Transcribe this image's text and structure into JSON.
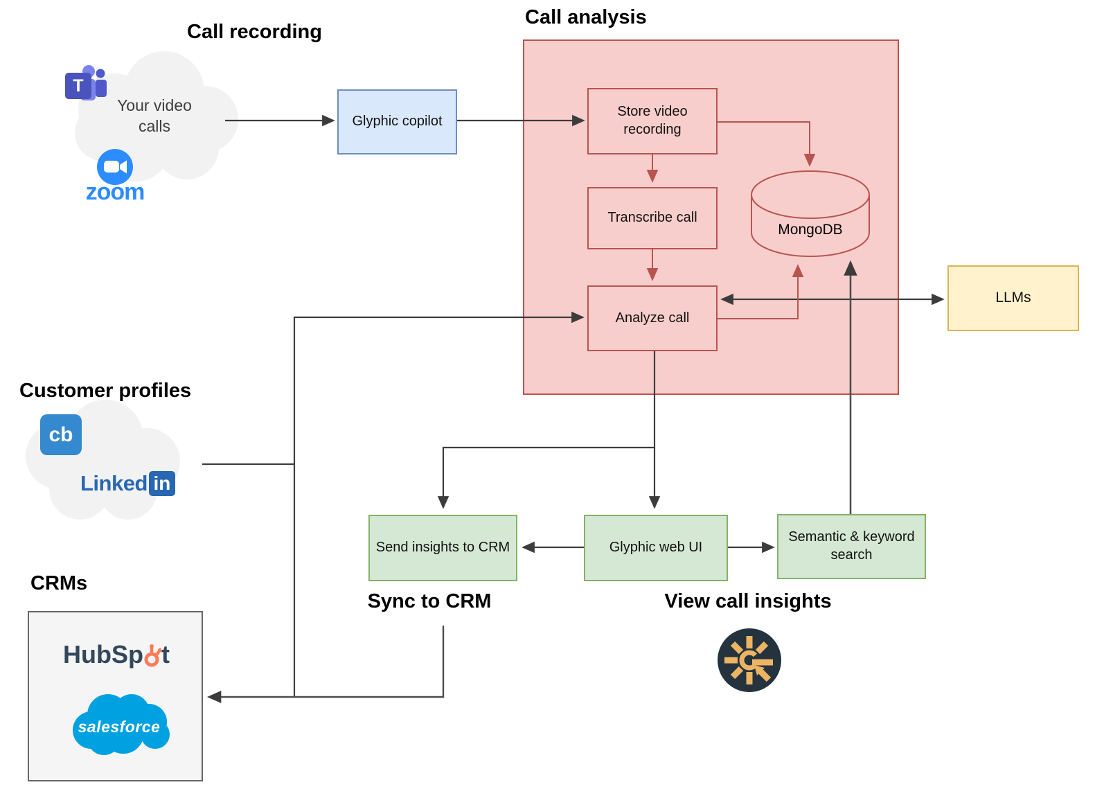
{
  "titles": {
    "call_recording": "Call recording",
    "call_analysis": "Call analysis",
    "customer_profiles": "Customer profiles",
    "crms": "CRMs",
    "sync_to_crm": "Sync to CRM",
    "view_call_insights": "View call insights"
  },
  "nodes": {
    "your_video_calls": "Your video calls",
    "glyphic_copilot": "Glyphic copilot",
    "store_video_recording": "Store video recording",
    "transcribe_call": "Transcribe call",
    "analyze_call": "Analyze call",
    "mongodb": "MongoDB",
    "llms": "LLMs",
    "send_insights_to_crm": "Send insights to CRM",
    "glyphic_web_ui": "Glyphic web UI",
    "semantic_keyword_search": "Semantic & keyword search"
  },
  "logos": {
    "teams_initial": "T",
    "zoom_wordmark": "zoom",
    "crunchbase_initials": "cb",
    "linkedin_wordmark": "Linked",
    "linkedin_badge": "in",
    "hubspot_prefix": "HubSp",
    "hubspot_suffix": "t",
    "salesforce_wordmark": "salesforce"
  },
  "colors": {
    "analysis_fill": "#F8CECC",
    "analysis_stroke": "#B85450",
    "copilot_fill": "#DAE8FC",
    "copilot_stroke": "#6C8EBF",
    "llms_fill": "#FFF2CC",
    "llms_stroke": "#D6B656",
    "green_fill": "#D5E8D4",
    "green_stroke": "#82B366",
    "crm_fill": "#F5F5F5",
    "crm_stroke": "#666666",
    "connector": "#3C3C3C",
    "teams_purple": "#4B53BC",
    "zoom_blue": "#2D8CFF",
    "linkedin_blue": "#2867B2",
    "crunchbase_blue": "#3489CF",
    "hubspot_navy": "#33475B",
    "hubspot_orange": "#FF7A59",
    "salesforce_blue": "#00A1E0",
    "glyphic_navy": "#24333D",
    "glyphic_gold": "#ECB464"
  }
}
